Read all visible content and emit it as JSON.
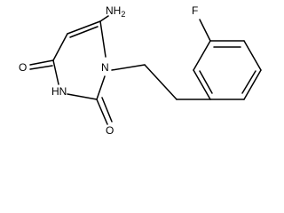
{
  "molecule": {
    "atoms": {
      "nh2": {
        "main": "NH",
        "sub": "2"
      },
      "n1": "N",
      "o4": "O",
      "o2": "O",
      "n3": "HN",
      "f": "F"
    }
  }
}
